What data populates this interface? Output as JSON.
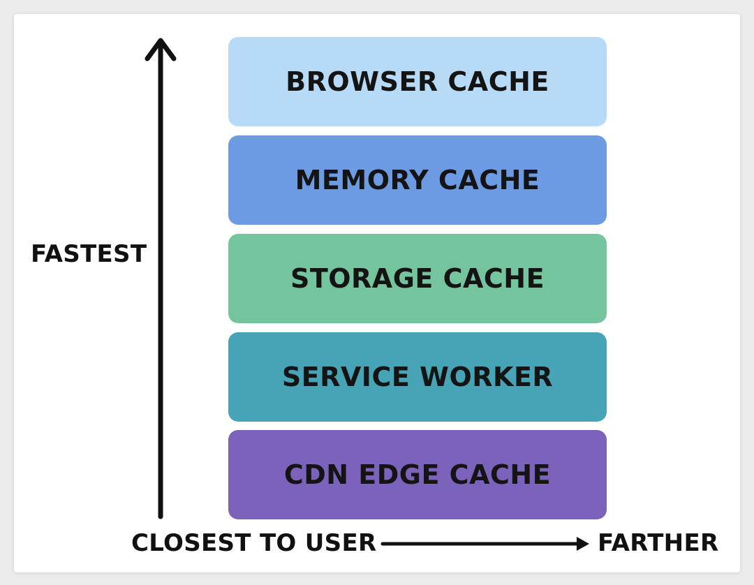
{
  "layers": [
    {
      "label": "BROWSER CACHE",
      "color": "#b7daf6"
    },
    {
      "label": "MEMORY CACHE",
      "color": "#6d9be3"
    },
    {
      "label": "STORAGE CACHE",
      "color": "#74c49d"
    },
    {
      "label": "SERVICE WORKER",
      "color": "#46a4b6"
    },
    {
      "label": "CDN EDGE CACHE",
      "color": "#7b62bb"
    }
  ],
  "axes": {
    "vertical_label": "FASTEST",
    "horizontal_start_label": "CLOSEST TO USER",
    "horizontal_end_label": "FARTHER"
  },
  "colors": {
    "arrow": "#111111",
    "background": "#ffffff"
  }
}
